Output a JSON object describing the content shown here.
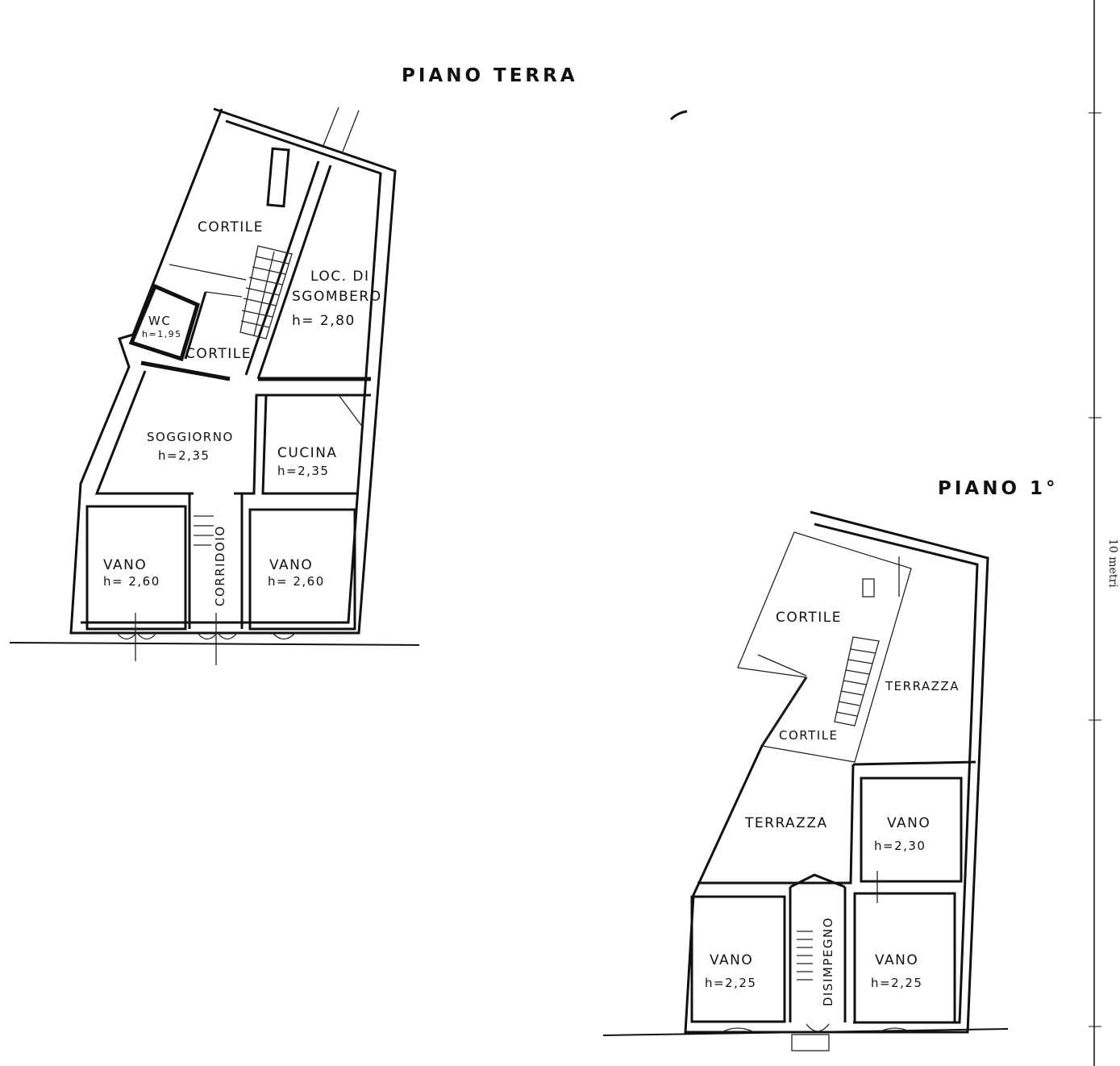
{
  "ground_floor": {
    "title": "PIANO TERRA",
    "rooms": {
      "cortile_top": "CORTILE",
      "loc_line1": "LOC. DI",
      "loc_line2": "SGOMBERO",
      "loc_h": "h= 2,80",
      "wc": "WC",
      "wc_h": "h=1,95",
      "cortile_small": "CORTILE",
      "soggiorno": "SOGGIORNO",
      "soggiorno_h": "h=2,35",
      "cucina": "CUCINA",
      "cucina_h": "h=2,35",
      "vano_left": "VANO",
      "vano_left_h": "h= 2,60",
      "corridoio": "CORRIDOIO",
      "vano_right": "VANO",
      "vano_right_h": "h= 2,60"
    }
  },
  "first_floor": {
    "title": "PIANO 1°",
    "rooms": {
      "cortile_top": "CORTILE",
      "terrazza_right": "TERRAZZA",
      "cortile_small": "CORTILE",
      "terrazza_left": "TERRAZZA",
      "vano_upper": "VANO",
      "vano_upper_h": "h=2,30",
      "vano_left": "VANO",
      "vano_left_h": "h=2,25",
      "disimpegno": "DISIMPEGNO",
      "vano_right": "VANO",
      "vano_right_h": "h=2,25"
    }
  },
  "scale_bar": {
    "label": "10 metri"
  }
}
